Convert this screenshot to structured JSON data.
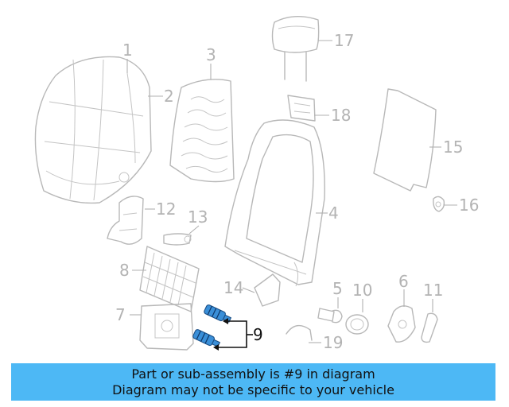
{
  "diagram": {
    "callouts": {
      "c1": "1",
      "c2": "2",
      "c3": "3",
      "c4": "4",
      "c5": "5",
      "c6": "6",
      "c7": "7",
      "c8": "8",
      "c9": "9",
      "c10": "10",
      "c11": "11",
      "c12": "12",
      "c13": "13",
      "c14": "14",
      "c15": "15",
      "c16": "16",
      "c17": "17",
      "c18": "18",
      "c19": "19"
    },
    "highlighted_part": "9",
    "highlight_color": "#3a8fd8"
  },
  "caption": {
    "line1": "Part or sub-assembly is #9 in diagram",
    "line2": "Diagram may not be specific to your vehicle",
    "background": "#4db8f5"
  }
}
